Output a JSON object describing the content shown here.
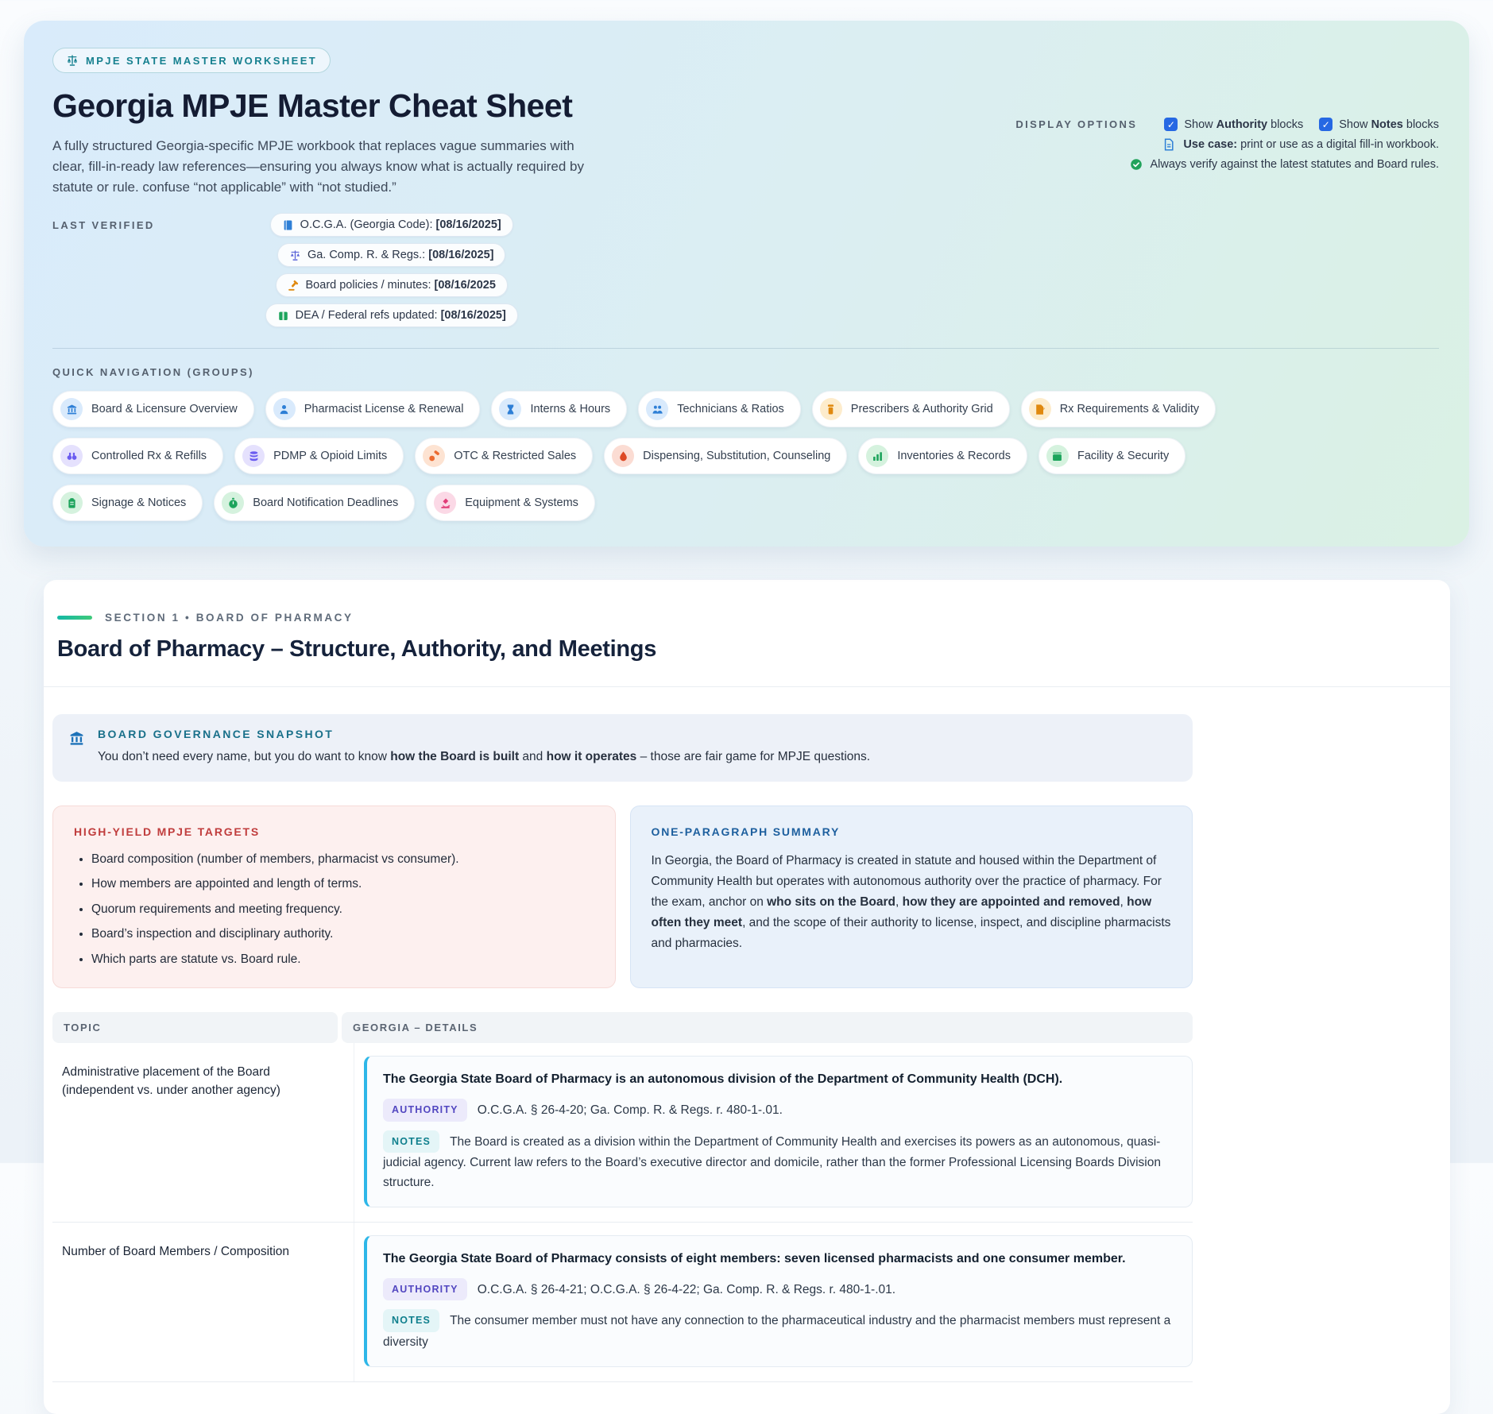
{
  "colors": {
    "accent_teal": "#16808f",
    "checkbox_blue": "#2668e3",
    "authority_text": "#5247c0",
    "notes_text": "#0f7f8d",
    "details_border": "#2eb7e8",
    "targets_heading": "#c03d3d",
    "summary_heading": "#1d5f9e"
  },
  "header": {
    "badge": {
      "icon": "scales-icon",
      "label": "MPJE STATE MASTER WORKSHEET"
    },
    "title": "Georgia MPJE Master Cheat Sheet",
    "description": "A fully structured Georgia-specific MPJE workbook that replaces vague summaries with clear, fill-in-ready law references—ensuring you always know what is actually required by statute or rule. confuse “not applicable” with “not studied.”",
    "last_verified_label": "LAST VERIFIED",
    "verified_chips": [
      {
        "icon": "book-icon",
        "segments": [
          {
            "t": "O.C.G.A. (Georgia Code): "
          },
          {
            "t": "[08/16/2025]",
            "b": true
          }
        ]
      },
      {
        "icon": "scales-icon",
        "segments": [
          {
            "t": "Ga. Comp. R. & Regs.: "
          },
          {
            "t": "[08/16/2025]",
            "b": true
          }
        ]
      },
      {
        "icon": "gavel-icon",
        "segments": [
          {
            "t": "Board policies / minutes: "
          },
          {
            "t": "[08/16/2025",
            "b": true
          }
        ]
      },
      {
        "icon": "package-icon",
        "segments": [
          {
            "t": "DEA / Federal refs updated: "
          },
          {
            "t": "[08/16/2025]",
            "b": true
          }
        ]
      }
    ],
    "display_options": {
      "label": "DISPLAY OPTIONS",
      "checkboxes": [
        {
          "checked": true,
          "segments": [
            {
              "t": "Show "
            },
            {
              "t": "Authority",
              "b": true
            },
            {
              "t": " blocks"
            }
          ]
        },
        {
          "checked": true,
          "segments": [
            {
              "t": "Show "
            },
            {
              "t": "Notes",
              "b": true
            },
            {
              "t": " blocks"
            }
          ]
        }
      ],
      "use_case": [
        {
          "t": "Use case:",
          "b": true
        },
        {
          "t": " print or use as a digital fill-in workbook."
        }
      ],
      "verify_note": "Always verify against the latest statutes and Board rules."
    },
    "quick_nav_label": "QUICK NAVIGATION (GROUPS)",
    "nav_items": [
      {
        "label": "Board & Licensure Overview",
        "icon": "bank-icon"
      },
      {
        "label": "Pharmacist License & Renewal",
        "icon": "person-icon"
      },
      {
        "label": "Interns & Hours",
        "icon": "hourglass-icon"
      },
      {
        "label": "Technicians & Ratios",
        "icon": "people-icon"
      },
      {
        "label": "Prescribers & Authority Grid",
        "icon": "pill-bottle-icon"
      },
      {
        "label": "Rx Requirements & Validity",
        "icon": "rx-doc-icon"
      },
      {
        "label": "Controlled Rx & Refills",
        "icon": "binoculars-icon"
      },
      {
        "label": "PDMP & Opioid Limits",
        "icon": "database-icon"
      },
      {
        "label": "OTC & Restricted Sales",
        "icon": "pills-icon"
      },
      {
        "label": "Dispensing, Substitution, Counseling",
        "icon": "droplet-icon"
      },
      {
        "label": "Inventories & Records",
        "icon": "inventory-icon"
      },
      {
        "label": "Facility & Security",
        "icon": "facility-icon"
      },
      {
        "label": "Signage & Notices",
        "icon": "signage-icon"
      },
      {
        "label": "Board Notification Deadlines",
        "icon": "stopwatch-icon"
      },
      {
        "label": "Equipment & Systems",
        "icon": "microscope-icon"
      }
    ]
  },
  "section": {
    "kicker": "SECTION 1 • BOARD OF PHARMACY",
    "title": "Board of Pharmacy – Structure, Authority, and Meetings",
    "callout": {
      "label": "BOARD GOVERNANCE SNAPSHOT",
      "segments": [
        {
          "t": "You don’t need every name, but you do want to know "
        },
        {
          "t": "how the Board is built",
          "b": true
        },
        {
          "t": " and "
        },
        {
          "t": "how it operates",
          "b": true
        },
        {
          "t": " – those are fair game for MPJE questions."
        }
      ]
    },
    "targets": {
      "label": "HIGH-YIELD MPJE TARGETS",
      "items": [
        "Board composition (number of members, pharmacist vs consumer).",
        "How members are appointed and length of terms.",
        "Quorum requirements and meeting frequency.",
        "Board’s inspection and disciplinary authority.",
        "Which parts are statute vs. Board rule."
      ]
    },
    "summary": {
      "label": "ONE-PARAGRAPH SUMMARY",
      "segments": [
        {
          "t": "In Georgia, the Board of Pharmacy is created in statute and housed within the Department of Community Health but operates with autonomous authority over the practice of pharmacy. For the exam, anchor on "
        },
        {
          "t": "who sits on the Board",
          "b": true
        },
        {
          "t": ", "
        },
        {
          "t": "how they are appointed and removed",
          "b": true
        },
        {
          "t": ", "
        },
        {
          "t": "how often they meet",
          "b": true
        },
        {
          "t": ", and the scope of their authority to license, inspect, and discipline pharmacists and pharmacies."
        }
      ]
    },
    "table": {
      "col1": "TOPIC",
      "col2": "GEORGIA – DETAILS",
      "authority_label": "AUTHORITY",
      "notes_label": "NOTES",
      "rows": [
        {
          "topic": "Administrative placement of the Board (independent vs. under another agency)",
          "lead": "The Georgia State Board of Pharmacy is an autonomous division of the Department of Community Health (DCH).",
          "authority": "O.C.G.A. § 26-4-20; Ga. Comp. R. & Regs. r. 480-1-.01.",
          "notes": "The Board is created as a division within the Department of Community Health and exercises its powers as an autonomous, quasi-judicial agency. Current law refers to the Board’s executive director and domicile, rather than the former Professional Licensing Boards Division structure."
        },
        {
          "topic": "Number of Board Members / Composition",
          "lead": "The Georgia State Board of Pharmacy consists of eight members: seven licensed pharmacists and one consumer member.",
          "authority": "O.C.G.A. § 26-4-21; O.C.G.A. § 26-4-22; Ga. Comp. R. & Regs. r. 480-1-.01.",
          "notes": "The consumer member must not have any connection to the pharmaceutical industry and the pharmacist members must represent a diversity"
        }
      ]
    }
  }
}
